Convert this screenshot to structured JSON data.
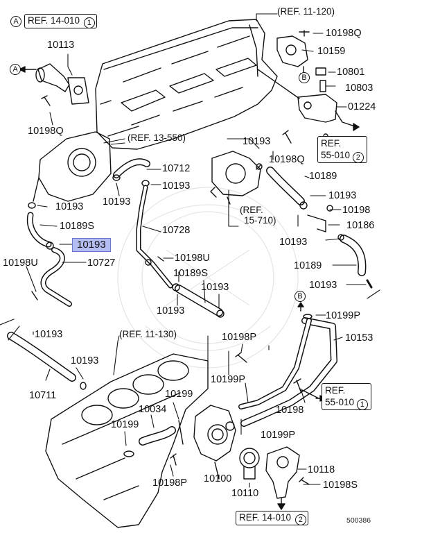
{
  "refs": {
    "r14010_1": "REF. 14-010",
    "r14010_1_num": "1",
    "r11120": "(REF. 11-120)",
    "r13550": "(REF. 13-550)",
    "r15710_a": "(REF.",
    "r15710_b": "15-710)",
    "r55010_2_a": "REF.",
    "r55010_2_b": "55-010",
    "r55010_2_num": "2",
    "r11130": "(REF. 11-130)",
    "r55010_1_a": "REF.",
    "r55010_1_b": "55-010",
    "r55010_1_num": "1",
    "r14010_2": "REF. 14-010",
    "r14010_2_num": "2"
  },
  "markers": {
    "A": "A",
    "B": "B"
  },
  "parts": {
    "p10198Q_a": "10198Q",
    "p10159": "10159",
    "p10801": "10801",
    "p10803": "10803",
    "p01224": "01224",
    "p10113": "10113",
    "p10198Q_b": "10198Q",
    "p10193_a": "10193",
    "p10198Q_c": "10198Q",
    "p10712": "10712",
    "p10189_a": "10189",
    "p10193_b": "10193",
    "p10193_c": "10193",
    "p10193_d": "10193",
    "p10198_a": "10198",
    "p10186": "10186",
    "p10189S_a": "10189S",
    "p10728": "10728",
    "p10193_hl": "10193",
    "p10193_e": "10193",
    "p10198U_a": "10198U",
    "p10727": "10727",
    "p10198U_b": "10198U",
    "p10189_b": "10189",
    "p10189S_b": "10189S",
    "p10193_f": "10193",
    "p10193_g": "10193",
    "p10193_h": "10193",
    "p10199P_a": "10199P",
    "p10193_i": "10193",
    "p10198P_a": "10198P",
    "p10153": "10153",
    "p10193_j": "10193",
    "p10199P_b": "10199P",
    "p10711": "10711",
    "p10034": "10034",
    "p10199_a": "10199",
    "p10198_b": "10198",
    "p10199_b": "10199",
    "p10199P_c": "10199P",
    "p10118": "10118",
    "p10198P_b": "10198P",
    "p10100": "10100",
    "p10198S": "10198S",
    "p10110": "10110",
    "p10193_k": "10193"
  },
  "diagram_id": "500386",
  "highlight_color": "#b4bdf2"
}
